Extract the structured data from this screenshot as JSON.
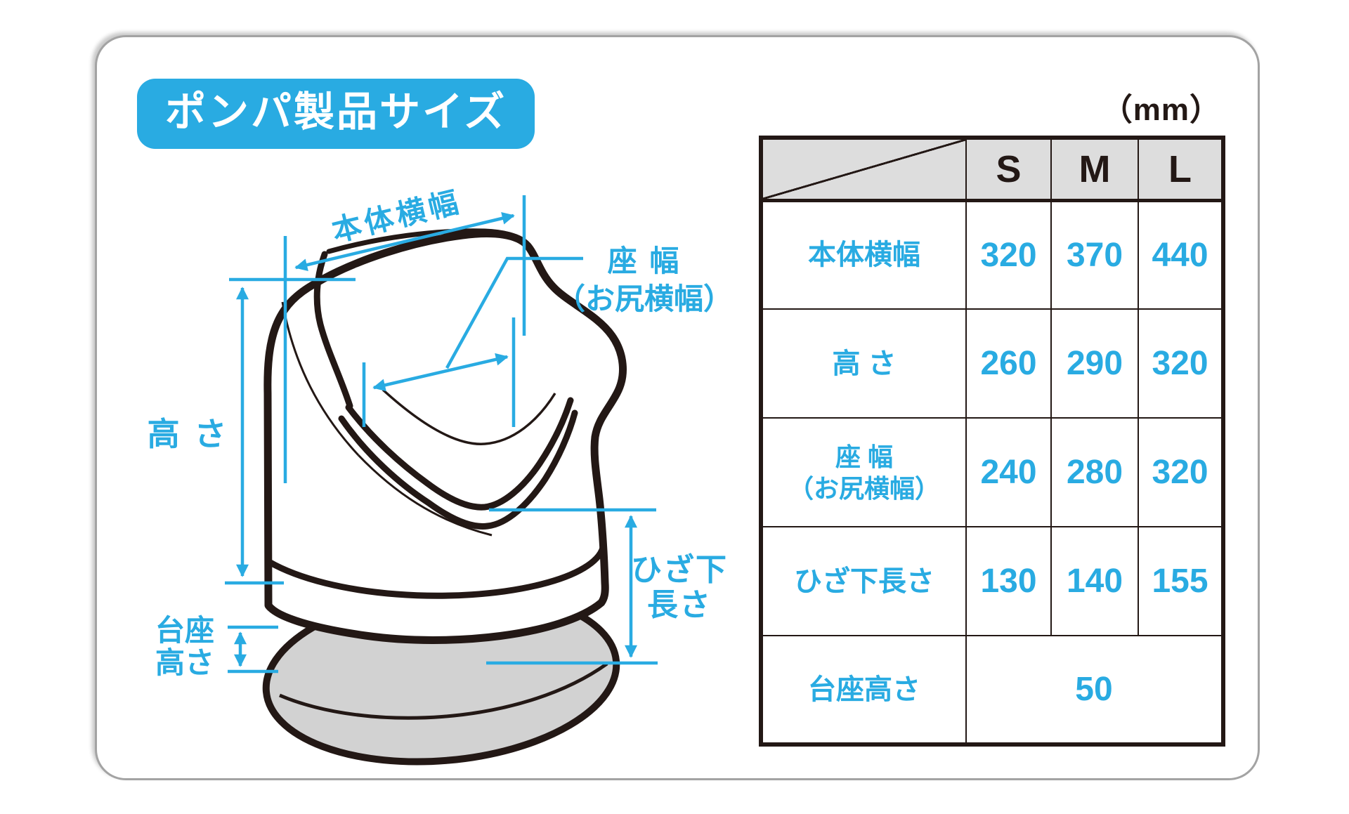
{
  "title": {
    "badge": "ポンパ製品サイズ"
  },
  "page": {
    "unit_label": "（mm）"
  },
  "diagram": {
    "labels": {
      "body_width": "本体横幅",
      "height": "高 さ",
      "seat_width_line1": "座 幅",
      "seat_width_line2": "（お尻横幅）",
      "below_knee_line1": "ひざ下",
      "below_knee_line2": "長さ",
      "base_height_line1": "台座",
      "base_height_line2": "高さ"
    },
    "colors": {
      "accent": "#29ABE2",
      "line": "#231815",
      "base_fill": "#d2d2d2"
    }
  },
  "table": {
    "columns": [
      "S",
      "M",
      "L"
    ],
    "rows": [
      {
        "label": "本体横幅",
        "values": [
          "320",
          "370",
          "440"
        ]
      },
      {
        "label": "高 さ",
        "values": [
          "260",
          "290",
          "320"
        ]
      },
      {
        "label": "座 幅",
        "label2": "（お尻横幅）",
        "values": [
          "240",
          "280",
          "320"
        ]
      },
      {
        "label": "ひざ下長さ",
        "values": [
          "130",
          "140",
          "155"
        ]
      },
      {
        "label": "台座高さ",
        "values": [
          "50"
        ]
      }
    ]
  }
}
